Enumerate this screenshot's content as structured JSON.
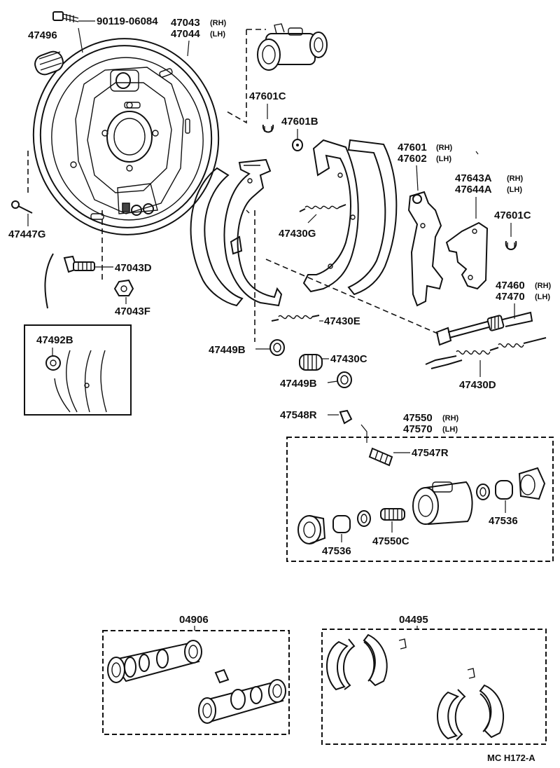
{
  "diagram_code": "MC H172-A",
  "parts": {
    "p90119": "90119-06084",
    "p47496": "47496",
    "p47043": "47043",
    "p47044": "47044",
    "p47601C_a": "47601C",
    "p47601B": "47601B",
    "p47601": "47601",
    "p47602": "47602",
    "p47643A": "47643A",
    "p47644A": "47644A",
    "p47601C_b": "47601C",
    "p47430G": "47430G",
    "p47447G": "47447G",
    "p47043D": "47043D",
    "p47043F": "47043F",
    "p47460": "47460",
    "p47470": "47470",
    "p47430E": "47430E",
    "p47492B": "47492B",
    "p47449B_a": "47449B",
    "p47430C": "47430C",
    "p47449B_b": "47449B",
    "p47430D": "47430D",
    "p47548R": "47548R",
    "p47550": "47550",
    "p47570": "47570",
    "p47547R": "47547R",
    "p47536_a": "47536",
    "p47536_b": "47536",
    "p47550C": "47550C",
    "p04906": "04906",
    "p04495": "04495"
  },
  "side_tags": {
    "rh": "(RH)",
    "lh": "(LH)"
  }
}
